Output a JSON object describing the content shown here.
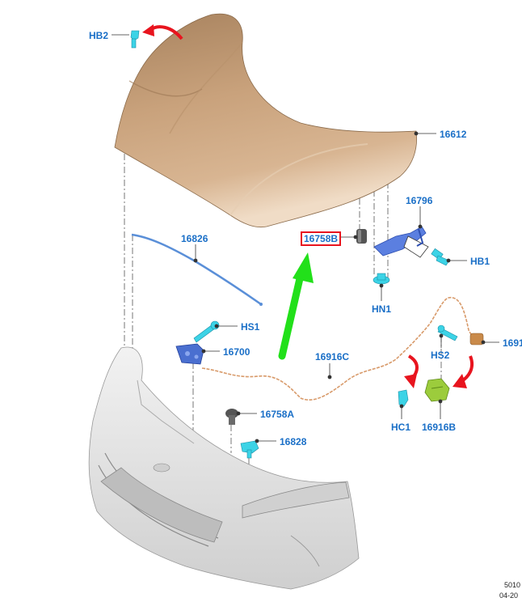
{
  "labels": {
    "hb2": "HB2",
    "hood": "16612",
    "hinge": "16796",
    "bumper_b": "16758B",
    "hb1": "HB1",
    "hn1": "HN1",
    "seal": "16826",
    "hs1": "HS1",
    "latch": "16700",
    "cable": "16916C",
    "hs2": "HS2",
    "cable_end": "1691",
    "hc1": "HC1",
    "bracket": "16916B",
    "bumper_a": "16758A",
    "clip": "16828"
  },
  "footer": {
    "code": "5010",
    "date": "04-20"
  },
  "colors": {
    "label": "#1a6fc7",
    "highlight_box": "#e8141e",
    "pointer_arrow": "#22e01a",
    "rotation_arrow": "#e8141e",
    "hood": "#c9a27c",
    "bumper": "#e6e6e6",
    "fastener": "#3cd3e6",
    "cable": "#d89a6a",
    "latch": "#4a6fd0",
    "bracket_part": "#9ccc3c"
  }
}
